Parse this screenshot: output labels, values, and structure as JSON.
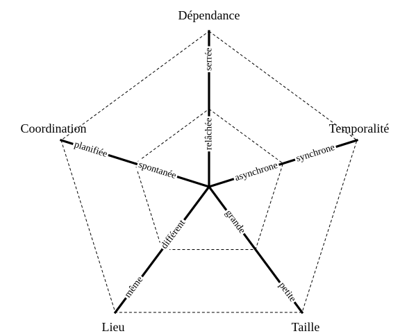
{
  "diagram": {
    "axes": [
      {
        "id": "dependance",
        "title": "Dépendance",
        "marks": [
          {
            "label": "serrée",
            "t": 0.82
          },
          {
            "label": "relâchée",
            "t": 0.34
          }
        ]
      },
      {
        "id": "temporalite",
        "title": "Temporalité",
        "marks": [
          {
            "label": "synchrone",
            "t": 0.72
          },
          {
            "label": "asynchrone",
            "t": 0.32
          }
        ]
      },
      {
        "id": "taille",
        "title": "Taille",
        "marks": [
          {
            "label": "petite",
            "t": 0.84
          },
          {
            "label": "grande",
            "t": 0.28
          }
        ]
      },
      {
        "id": "lieu",
        "title": "Lieu",
        "marks": [
          {
            "label": "même",
            "t": 0.8
          },
          {
            "label": "différent",
            "t": 0.38
          }
        ]
      },
      {
        "id": "coordination",
        "title": "Coordination",
        "marks": [
          {
            "label": "planifiée",
            "t": 0.8
          },
          {
            "label": "spontanée",
            "t": 0.35
          }
        ]
      }
    ]
  }
}
